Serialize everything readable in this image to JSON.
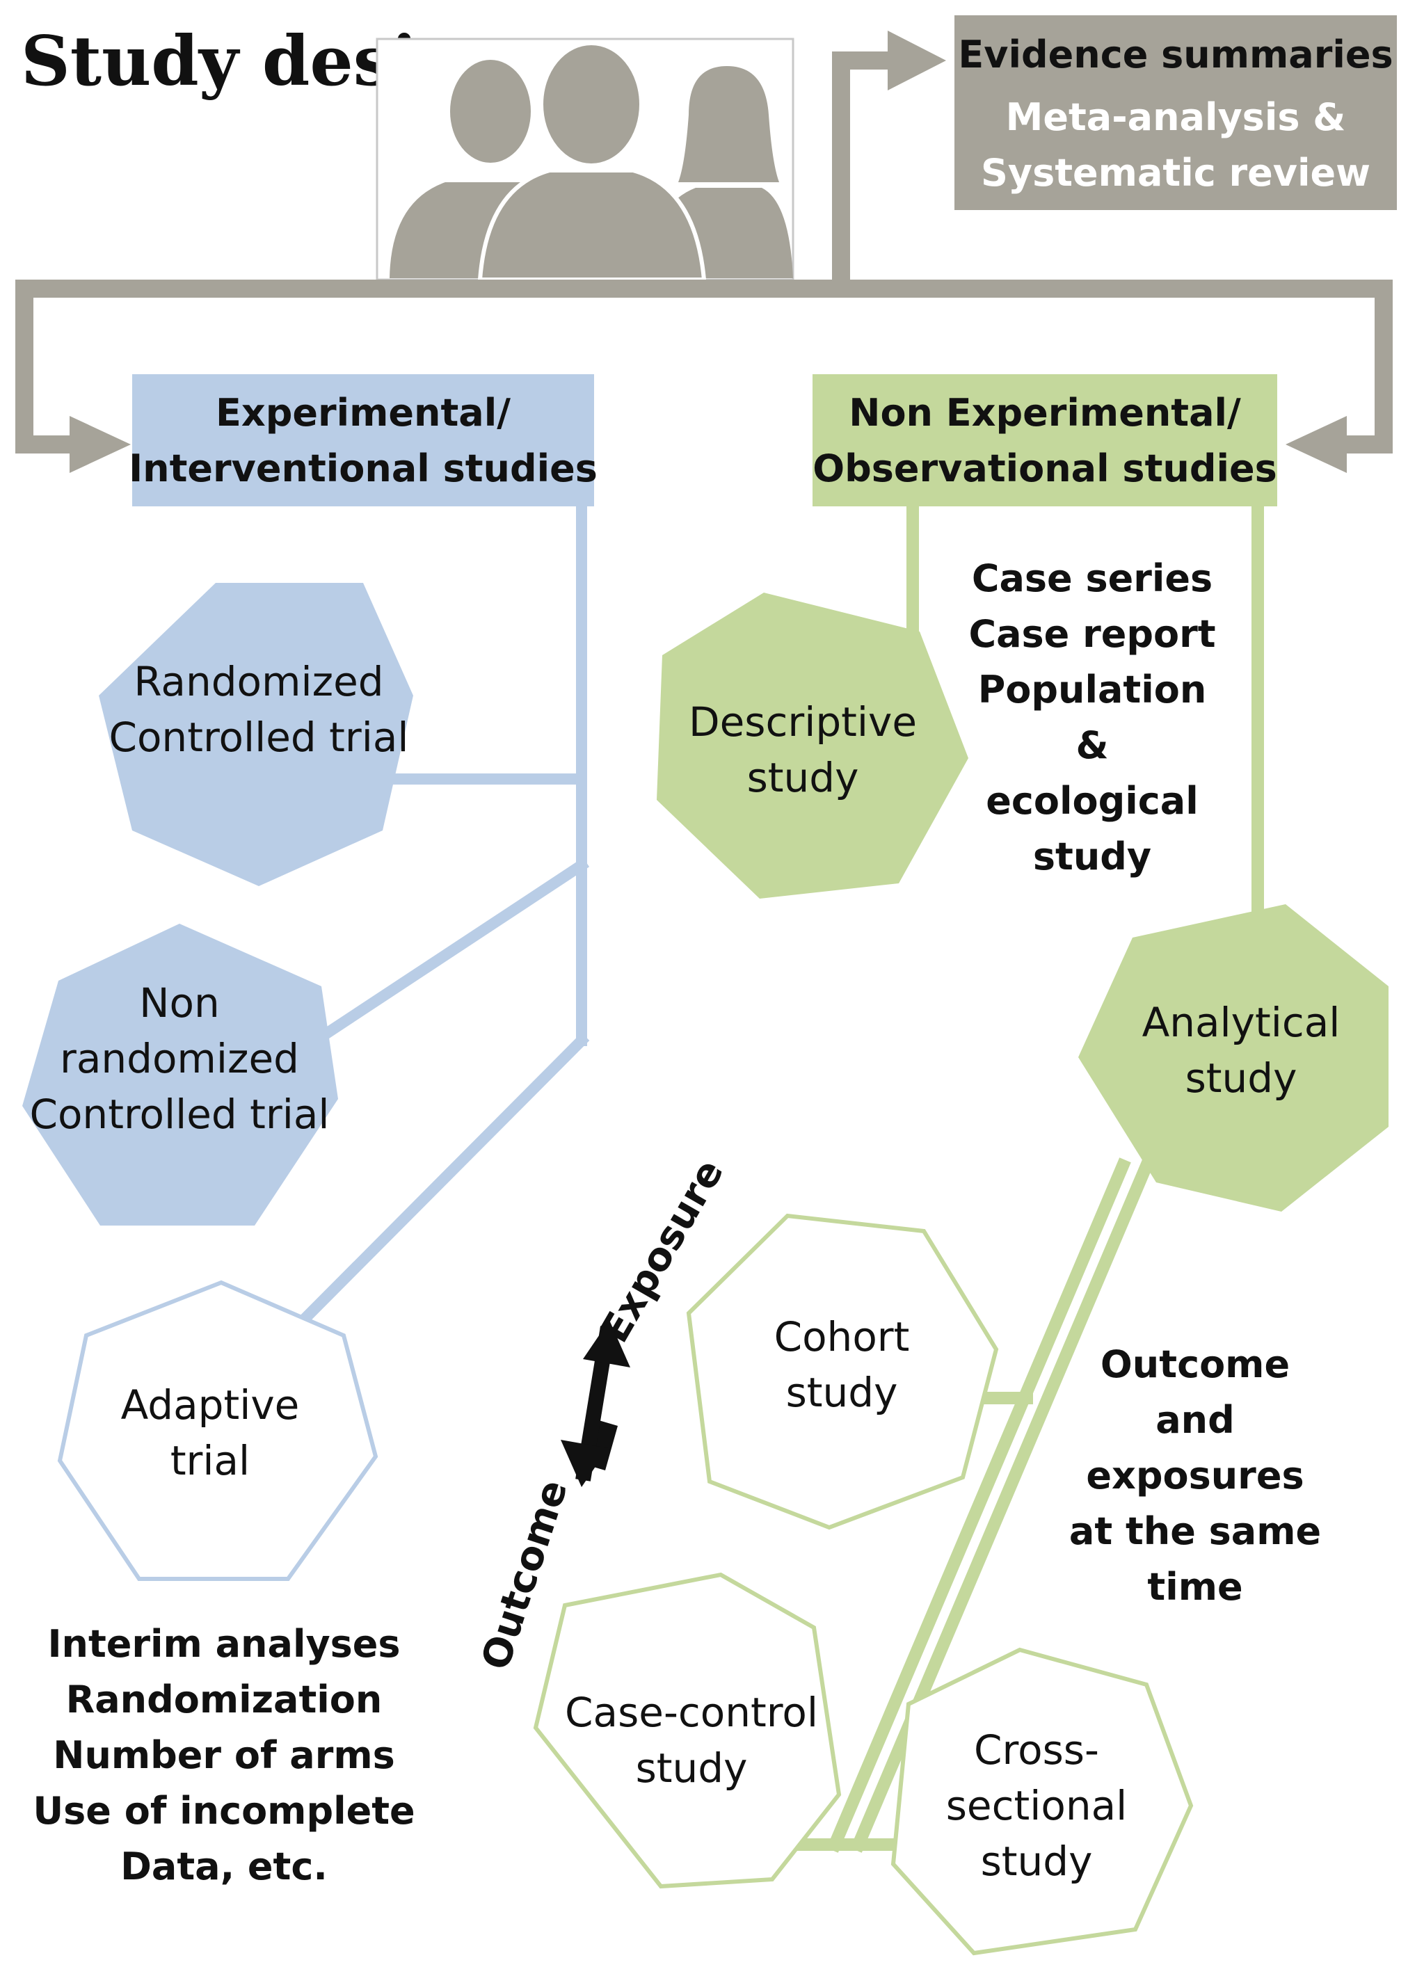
{
  "title": "Study design",
  "colors": {
    "gray": "#a6a399",
    "blue_fill": "#b9cde6",
    "blue_stroke": "#b9cde6",
    "green_fill": "#c4d89c",
    "green_stroke": "#b7cf8c",
    "text": "#111111",
    "white": "#ffffff"
  },
  "icons": {
    "people": "people-silhouettes-icon",
    "double_arrow": "double-arrow-icon"
  },
  "evidence": {
    "title": "Evidence summaries",
    "line1": "Meta-analysis &",
    "line2": "Systematic review"
  },
  "experimental": {
    "line1": "Experimental/",
    "line2": "Interventional studies",
    "rct": {
      "line1": "Randomized",
      "line2": "Controlled trial"
    },
    "nrct": {
      "line1": "Non",
      "line2": "randomized",
      "line3": "Controlled trial"
    },
    "adaptive": {
      "line1": "Adaptive",
      "line2": "trial"
    },
    "features": [
      "Interim analyses",
      "Randomization",
      "Number of arms",
      "Use of incomplete",
      "Data, etc."
    ]
  },
  "observational": {
    "line1": "Non Experimental/",
    "line2": "Observational studies",
    "descriptive": {
      "line1": "Descriptive",
      "line2": "study"
    },
    "descriptive_types": [
      "Case series",
      "Case report",
      "Population",
      "&",
      "ecological",
      "study"
    ],
    "analytical": {
      "line1": "Analytical",
      "line2": "study"
    },
    "cohort": {
      "line1": "Cohort",
      "line2": "study"
    },
    "case_control": {
      "line1": "Case-control",
      "line2": "study"
    },
    "cross_sectional": {
      "line1": "Cross-",
      "line2": "sectional",
      "line3": "study"
    },
    "same_time_note": [
      "Outcome",
      "and",
      "exposures",
      "at the same",
      "time"
    ],
    "exposure_label": "Exposure",
    "outcome_label": "Outcome"
  }
}
